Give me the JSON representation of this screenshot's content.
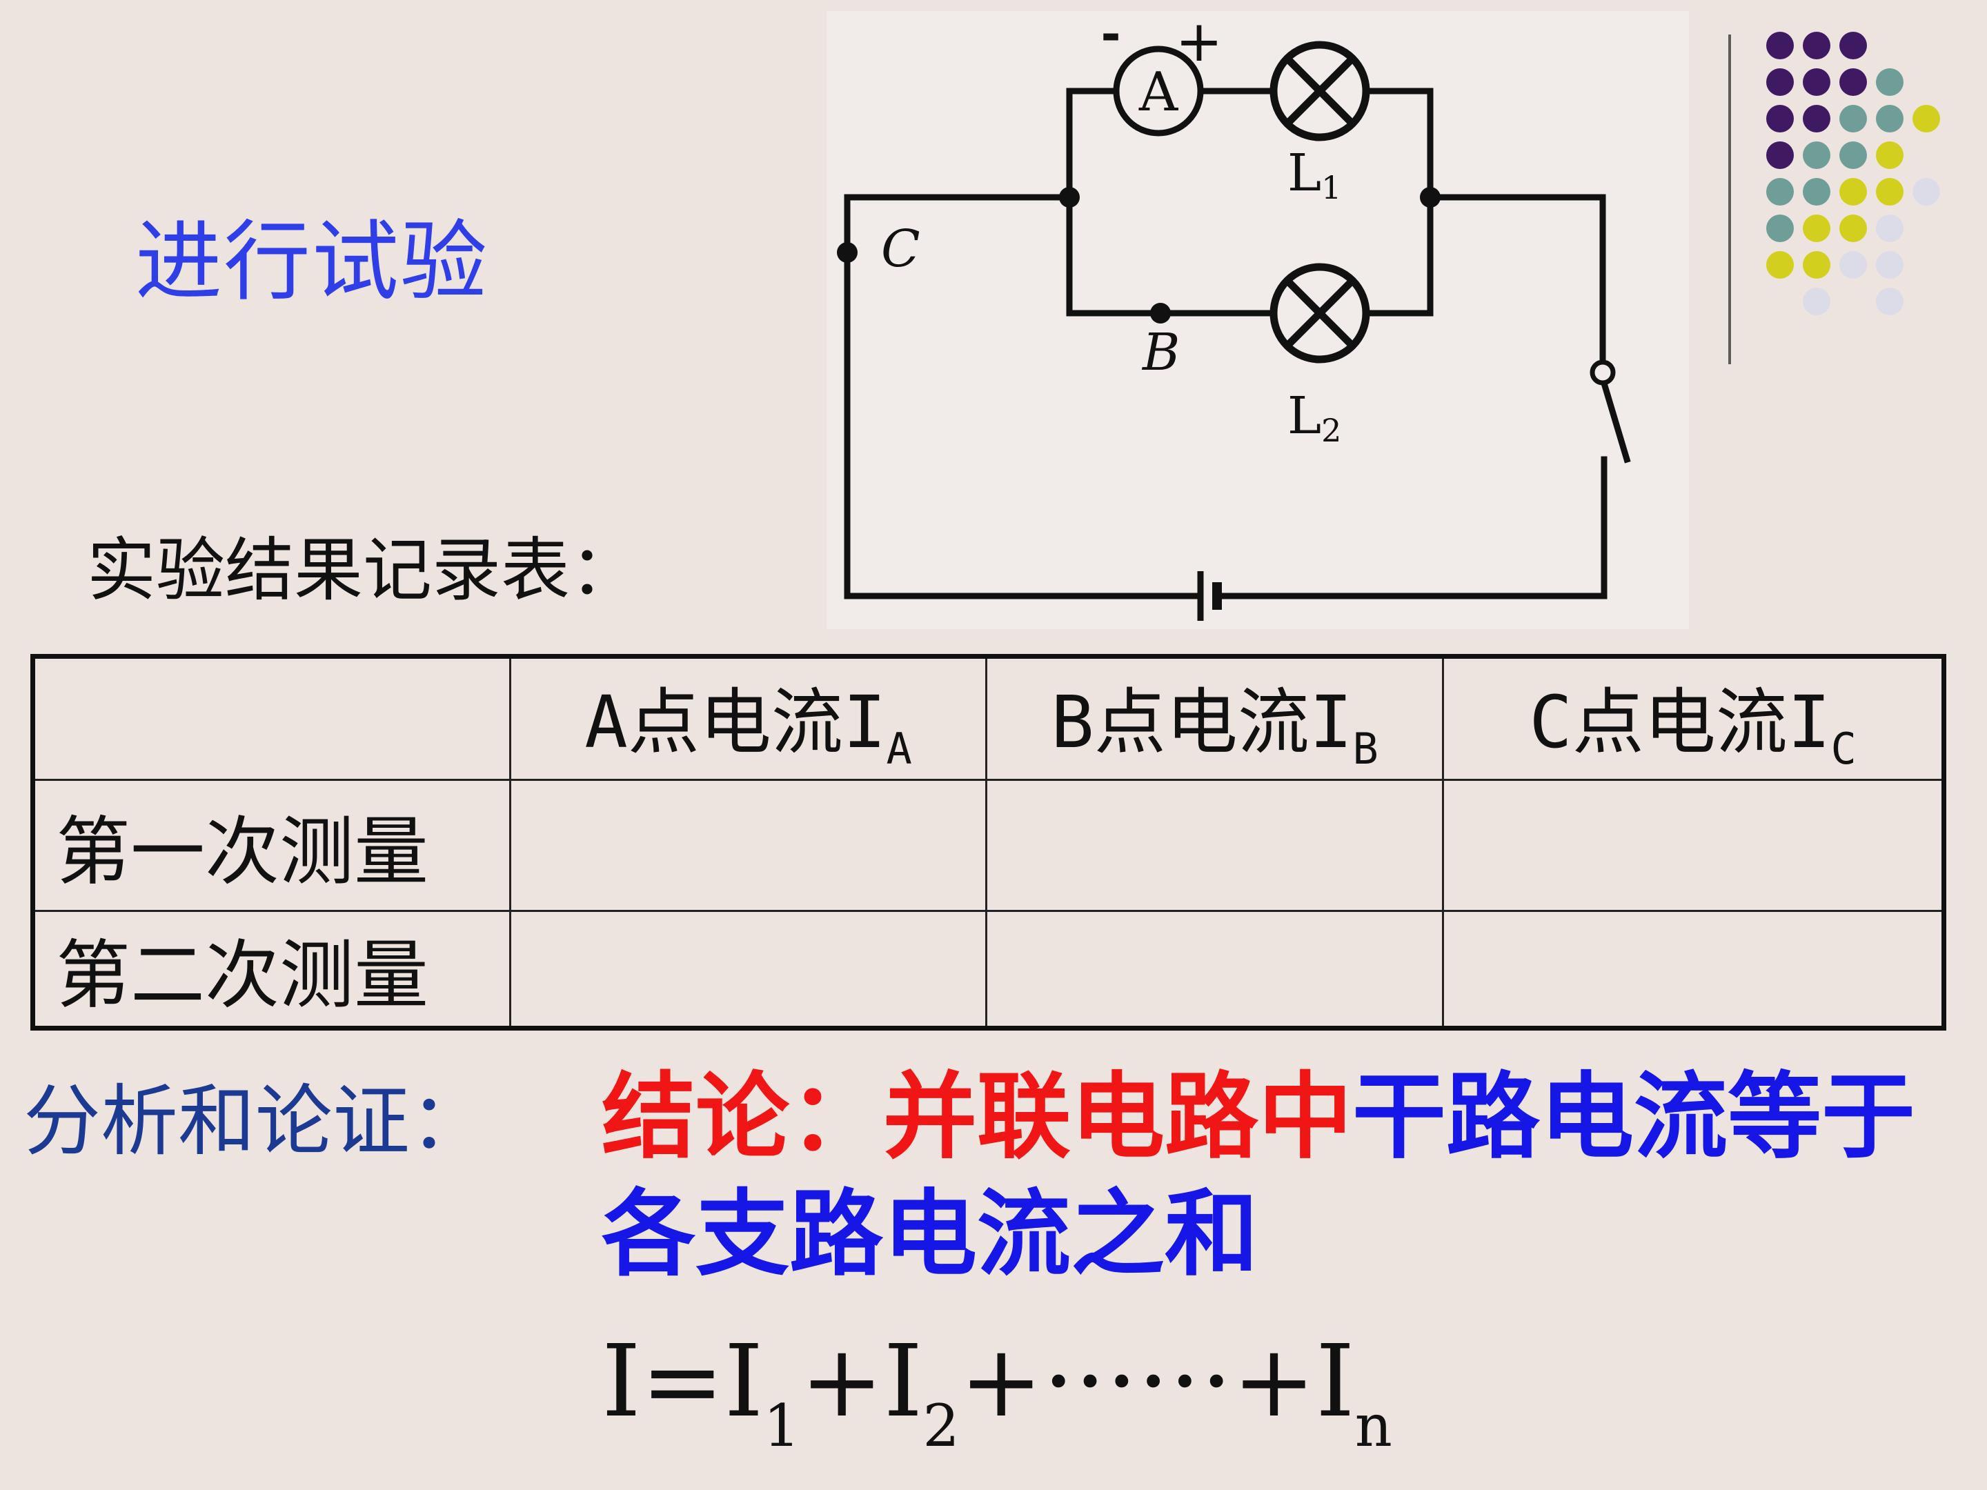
{
  "title": "进行试验",
  "circuit": {
    "ammeter_label": "A",
    "ammeter_minus": "-",
    "ammeter_plus": "+",
    "point_c": "C",
    "point_b": "B",
    "lamp1": "L",
    "lamp1_sub": "1",
    "lamp2": "L",
    "lamp2_sub": "2"
  },
  "record_label": "实验结果记录表：",
  "table": {
    "headers": [
      {
        "main": "",
        "sub": ""
      },
      {
        "main": "A点电流I",
        "sub": "A"
      },
      {
        "main": "B点电流I",
        "sub": "B"
      },
      {
        "main": "C点电流I",
        "sub": "C"
      }
    ],
    "rows": [
      {
        "label": "第一次测量",
        "cells": [
          "",
          "",
          ""
        ]
      },
      {
        "label": "第二次测量",
        "cells": [
          "",
          "",
          ""
        ]
      }
    ]
  },
  "analysis_label": "分析和论证：",
  "conclusion": {
    "part_red": "结论：并联电路中",
    "part_blue": "干路电流等于各支路电流之和"
  },
  "formula": {
    "lhs": "I=I",
    "sub1": "1",
    "mid1": "+I",
    "sub2": "2",
    "mid2": "+······+I",
    "subn": "n"
  },
  "colors": {
    "background": "#ede4e0",
    "title": "#2f3ee6",
    "analysis": "#1d3a93",
    "conclusion_red": "#f01616",
    "conclusion_blue": "#1616e6"
  },
  "decor_icon": "dot-grid-pattern"
}
